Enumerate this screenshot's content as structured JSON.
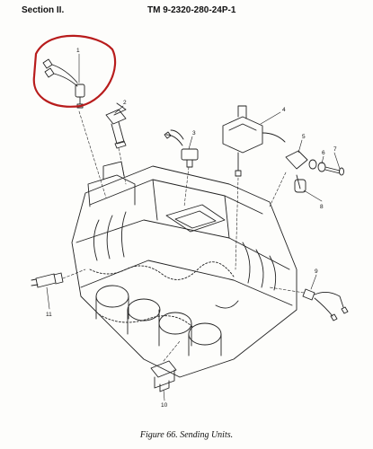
{
  "header": {
    "section": "Section II.",
    "manual": "TM 9-2320-280-24P-1"
  },
  "figure": {
    "caption": "Figure 66.  Sending Units."
  },
  "callouts": [
    "1",
    "2",
    "3",
    "4",
    "5",
    "6",
    "7",
    "8",
    "9",
    "10",
    "11"
  ],
  "colors": {
    "line": "#222222",
    "highlight": "#b81c1c"
  }
}
